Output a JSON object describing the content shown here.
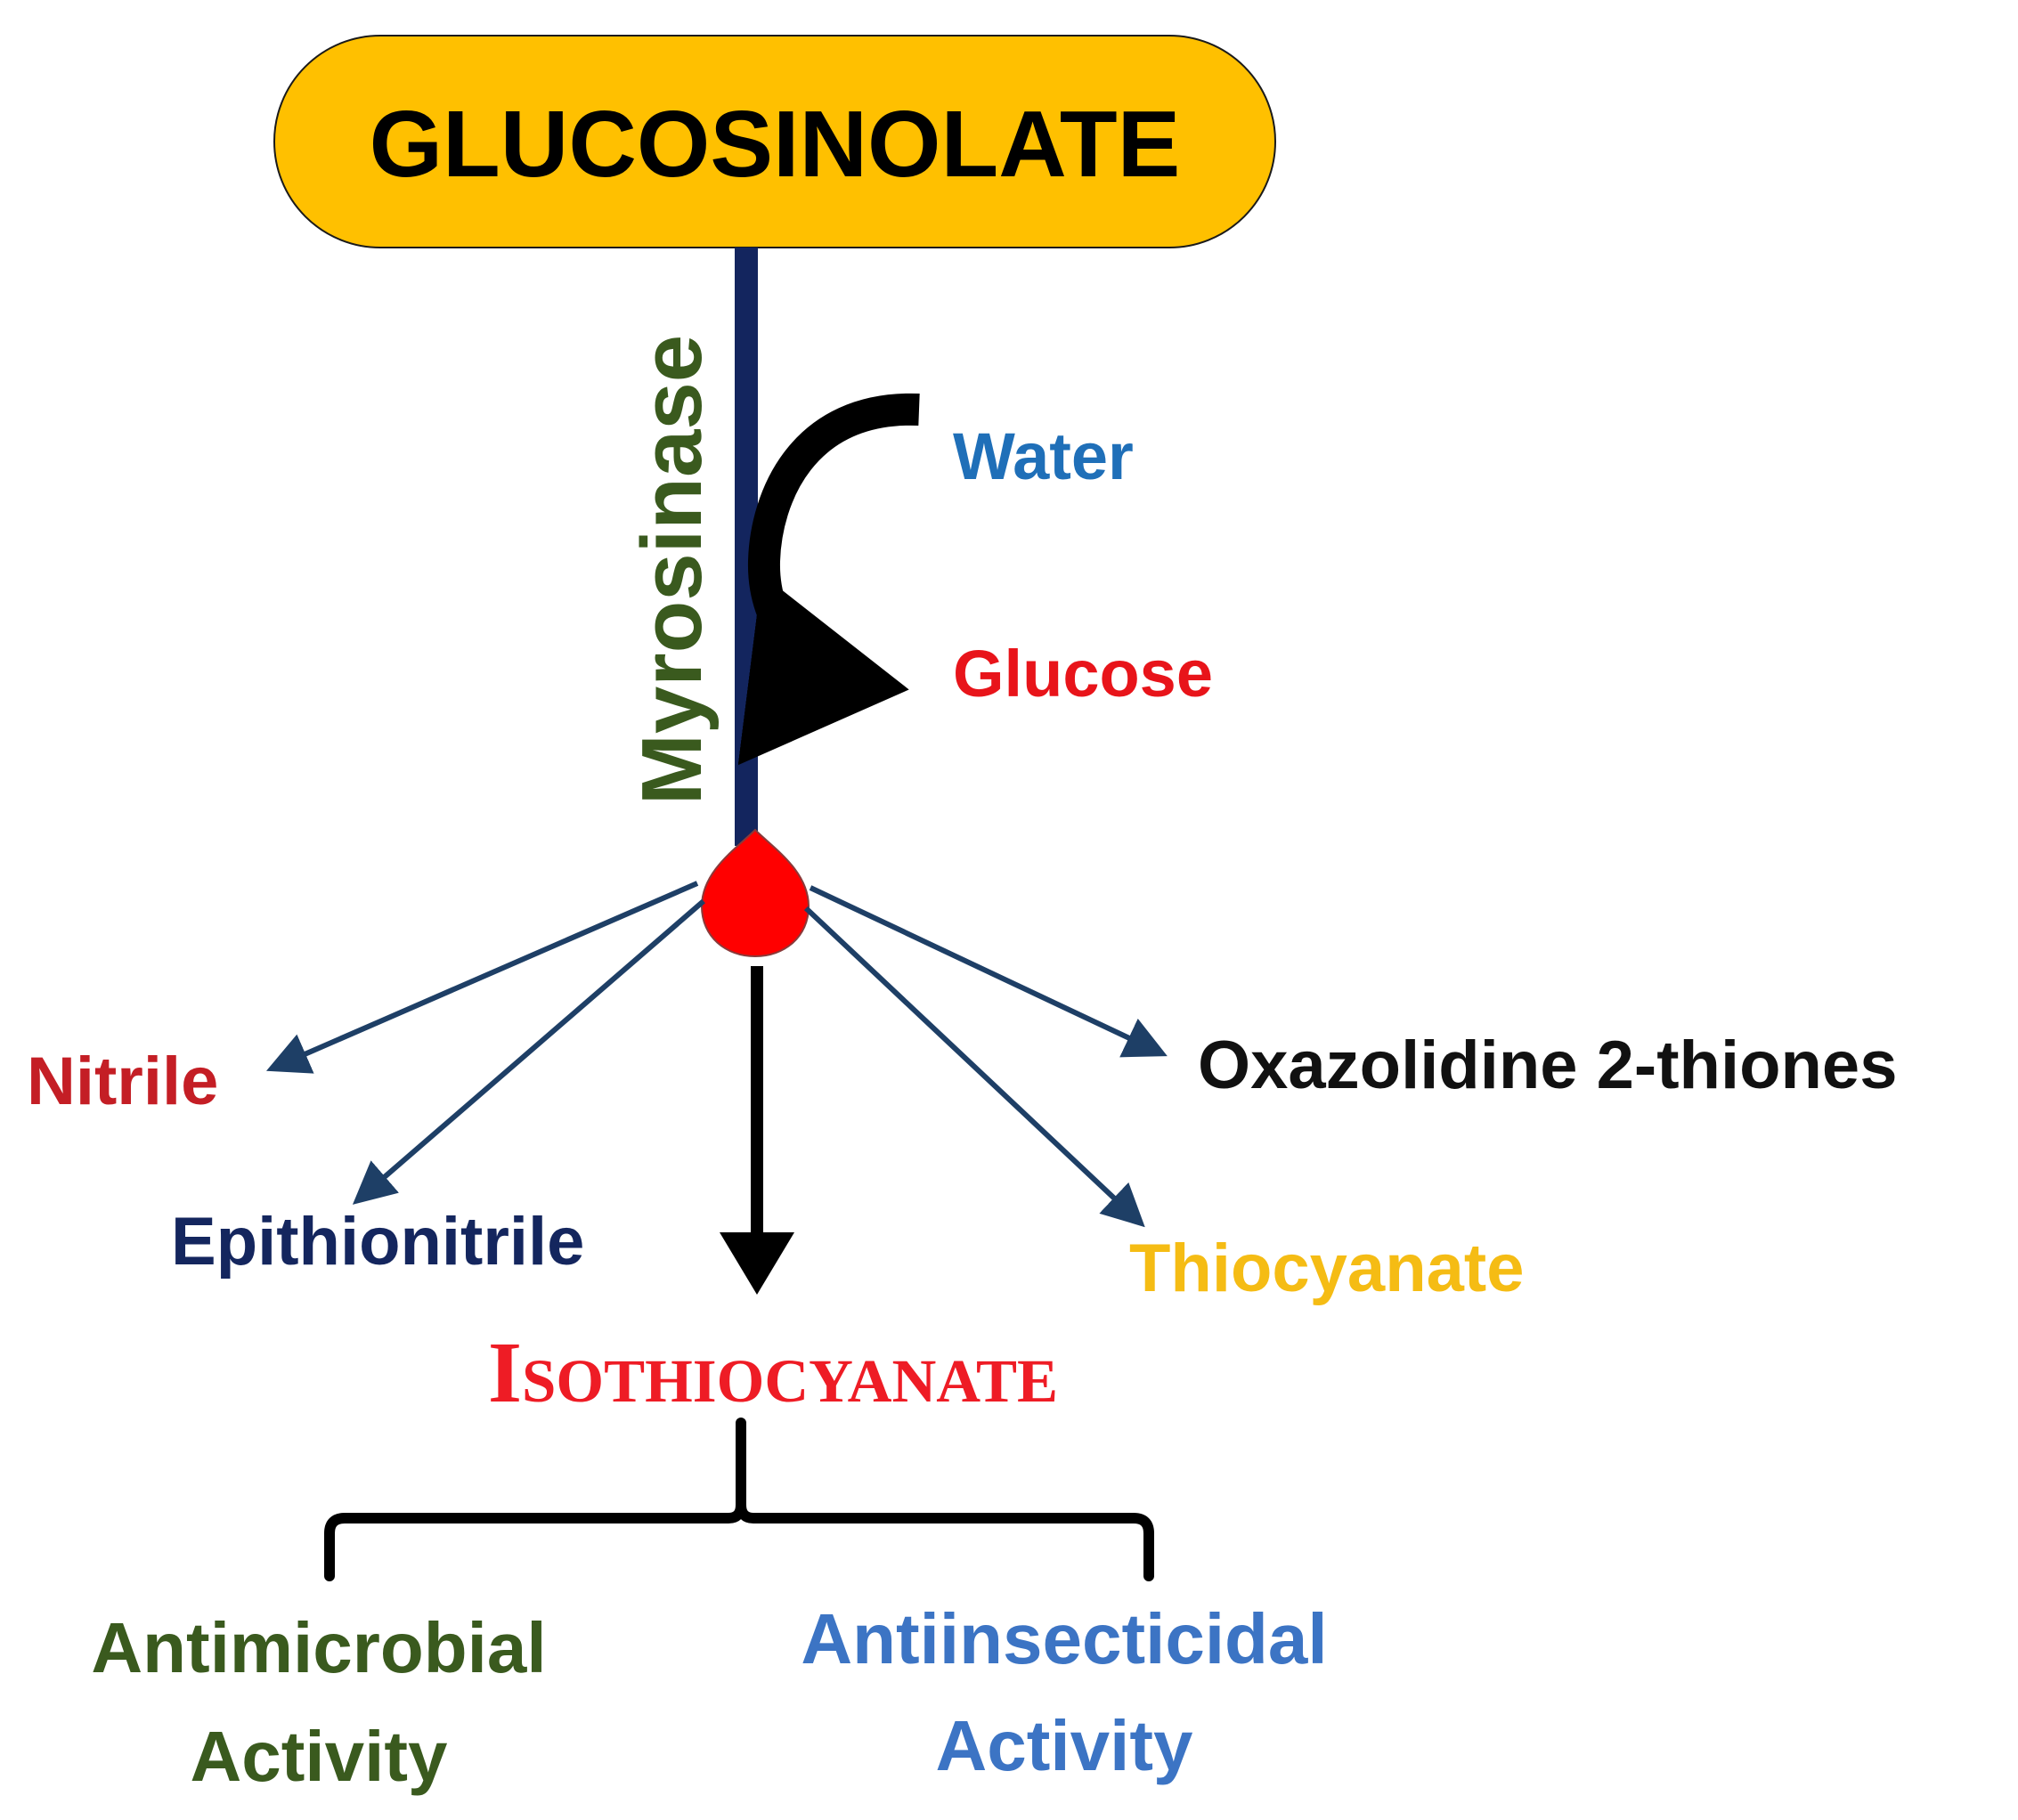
{
  "source_node": {
    "label": "GLUCOSINOLATE",
    "fill": "#FFC000"
  },
  "enzyme": {
    "label": "Myrosinase",
    "color": "#3A5A1E"
  },
  "reaction": {
    "input_label": "Water",
    "input_color": "#1F6FB8",
    "output_label": "Glucose",
    "output_color": "#E8141A"
  },
  "products": {
    "nitrile": {
      "label": "Nitrile",
      "color": "#C41E25"
    },
    "epithionitrile": {
      "label": "Epithionitrile",
      "color": "#14265E"
    },
    "oxazolidine": {
      "label": "Oxazolidine 2-thiones",
      "color": "#111111"
    },
    "thiocyanate": {
      "label": "Thiocyanate",
      "color": "#F5BC14"
    },
    "isothiocyanate": {
      "label": "Isothiocyanate",
      "color": "#EE1C25"
    }
  },
  "activities": {
    "antimicrobial": {
      "line1": "Antimicrobial",
      "line2": "Activity",
      "color": "#3A5A1E"
    },
    "antiinsecticidal": {
      "line1": "Antiinsecticidal",
      "line2": "Activity",
      "color": "#3C74C4"
    }
  },
  "colors": {
    "stem": "#13255E",
    "branch_arrows": "#1E3F66",
    "hub": "#FF0000",
    "black": "#000000"
  }
}
